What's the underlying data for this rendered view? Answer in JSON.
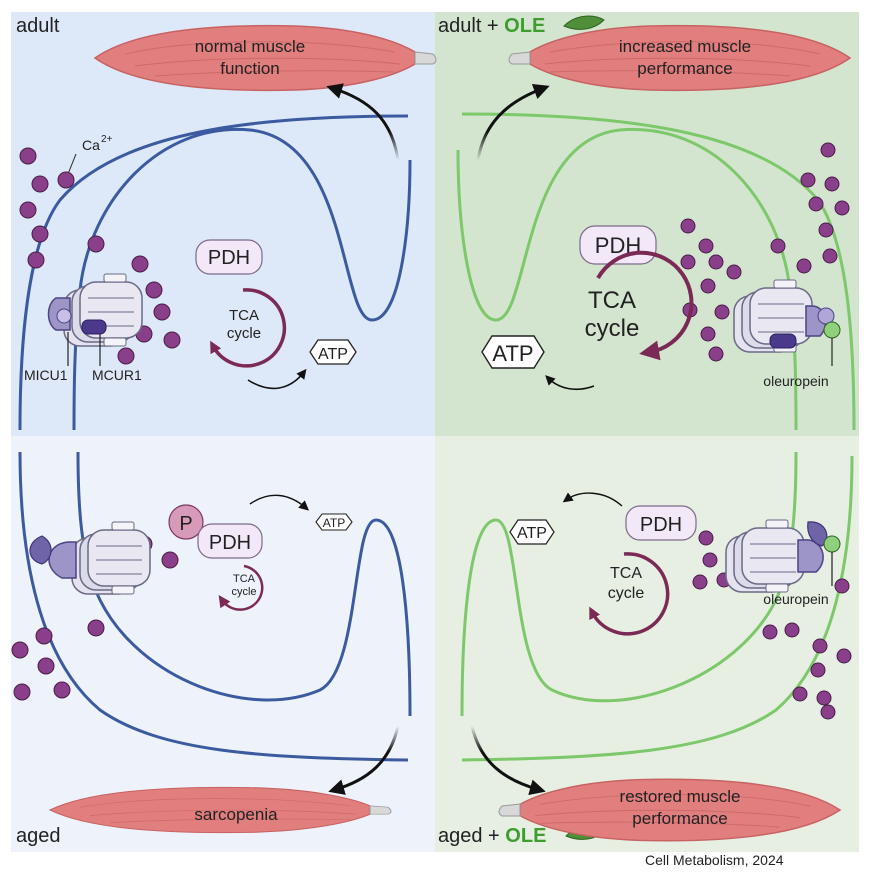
{
  "panels": {
    "top_left": {
      "corner_label": "adult",
      "muscle_label_line1": "normal muscle",
      "muscle_label_line2": "function",
      "ion_label": "Ca",
      "ion_charge": "2+",
      "enzyme_label": "PDH",
      "cycle_line1": "TCA",
      "cycle_line2": "cycle",
      "product_label": "ATP",
      "protein_label_1": "MICU1",
      "protein_label_2": "MCUR1",
      "membrane_color": "#3b5aa0",
      "background_color": "#dde9f8"
    },
    "top_right": {
      "corner_label_prefix": "adult + ",
      "corner_label_drug": "OLE",
      "muscle_label_line1": "increased muscle",
      "muscle_label_line2": "performance",
      "enzyme_label": "PDH",
      "cycle_line1": "TCA",
      "cycle_line2": "cycle",
      "product_label": "ATP",
      "compound_label": "oleuropein",
      "membrane_color": "#7cc86a",
      "background_color": "#d3e5cf"
    },
    "bottom_left": {
      "corner_label": "aged",
      "muscle_label": "sarcopenia",
      "phospho_label": "P",
      "enzyme_label": "PDH",
      "cycle_line1": "TCA",
      "cycle_line2": "cycle",
      "product_label": "ATP",
      "membrane_color": "#3b5aa0",
      "background_color": "#eef3fb"
    },
    "bottom_right": {
      "corner_label_prefix": "aged + ",
      "corner_label_drug": "OLE",
      "muscle_label_line1": "restored muscle",
      "muscle_label_line2": "performance",
      "enzyme_label": "PDH",
      "cycle_line1": "TCA",
      "cycle_line2": "cycle",
      "product_label": "ATP",
      "compound_label": "oleuropein",
      "membrane_color": "#7cc86a",
      "background_color": "#e6efe2"
    }
  },
  "colors": {
    "calcium_ion": "#8a3f8a",
    "cycle_arrow": "#7a2a55",
    "muscle": "#e17e7e",
    "drug_text": "#3f9d2f",
    "enzyme_fill": "#f3e8f7"
  },
  "footer": "Cell Metabolism, 2024"
}
